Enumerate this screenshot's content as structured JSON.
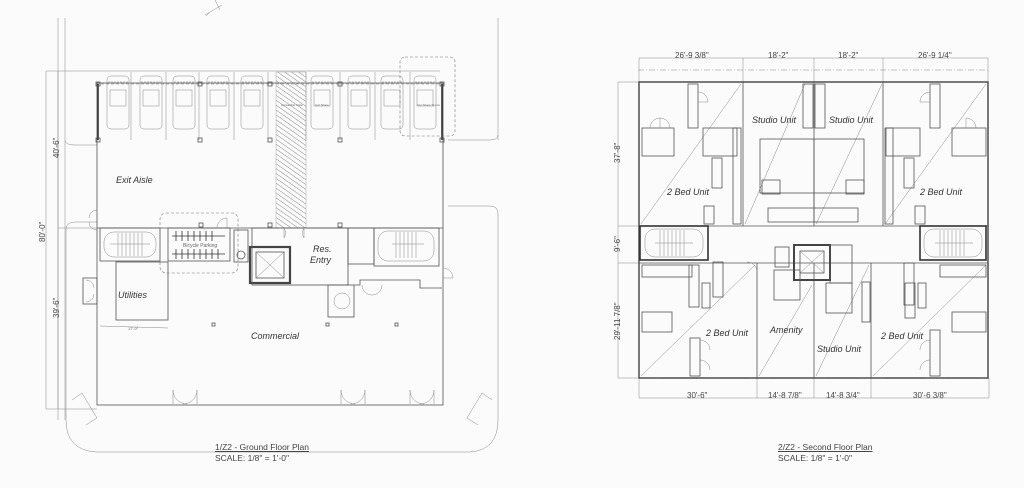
{
  "ground_floor": {
    "caption_title": "1/Z2 - Ground Floor Plan",
    "caption_scale": "SCALE: 1/8\" = 1'-0\"",
    "rooms": {
      "exit_aisle": "Exit Aisle",
      "res_entry_line1": "Res.",
      "res_entry_line2": "Entry",
      "utilities": "Utilities",
      "commercial": "Commercial",
      "bicycle_parking": "Bicycle Parking"
    },
    "parking": {
      "stall_count": 10,
      "hatched_stall_label": "Accessible Aisle",
      "car_share_label": "Car Share",
      "car_share_label_2": "Car Share Space"
    },
    "dimensions": {
      "overall": "80'-0\"",
      "upper": "40'-6\"",
      "lower": "39'-6\"",
      "utilities_width": "17'-0\""
    }
  },
  "second_floor": {
    "caption_title": "2/Z2 - Second Floor Plan",
    "caption_scale": "SCALE: 1/8\" = 1'-0\"",
    "rooms": {
      "top_left": "2 Bed Unit",
      "top_center_left": "Studio Unit",
      "top_center_right": "Studio Unit",
      "top_right": "2 Bed Unit",
      "bottom_left": "2 Bed Unit",
      "bottom_center_left": "Amenity",
      "bottom_center_right": "Studio Unit",
      "bottom_right": "2 Bed Unit"
    },
    "dimensions": {
      "top": [
        "26'-9 3/8\"",
        "18'-2\"",
        "18'-2\"",
        "26'-9 1/4\""
      ],
      "bottom": [
        "30'-6\"",
        "14'-8 7/8\"",
        "14'-8 3/4\"",
        "30'-6 3/8\""
      ],
      "left": [
        "37'-8\"",
        "9'-6\"",
        "29'-11 7/8\""
      ]
    }
  }
}
